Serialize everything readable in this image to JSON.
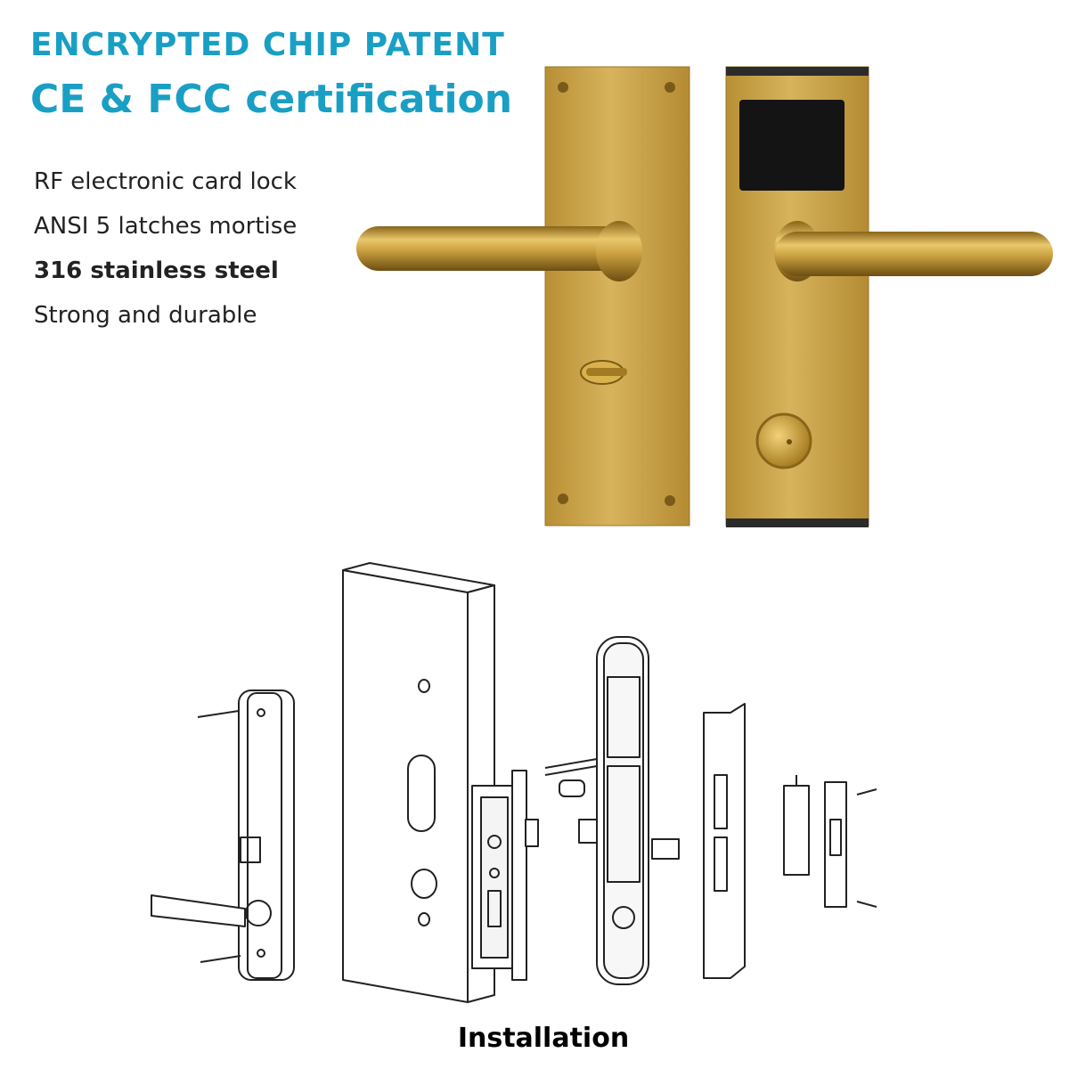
{
  "headline": {
    "line1": "ENCRYPTED CHIP PATENT",
    "line2": "CE & FCC certification",
    "color": "#1a9fc4"
  },
  "features": [
    "RF electronic card lock",
    "ANSI 5 latches mortise",
    "316 stainless steel",
    "Strong and durable"
  ],
  "product": {
    "finish_color": "#c9a34a",
    "card_reader_color": "#141414"
  },
  "diagram": {
    "caption": "Installation"
  }
}
